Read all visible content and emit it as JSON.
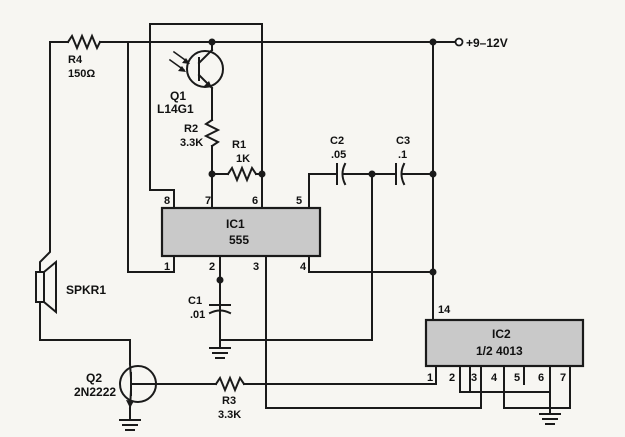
{
  "supply": {
    "label": "+9–12V"
  },
  "components": {
    "r4": {
      "ref": "R4",
      "value": "150Ω"
    },
    "q1": {
      "ref": "Q1",
      "value": "L14G1"
    },
    "r2": {
      "ref": "R2",
      "value": "3.3K"
    },
    "r1": {
      "ref": "R1",
      "value": "1K"
    },
    "c2": {
      "ref": "C2",
      "value": ".05"
    },
    "c3": {
      "ref": "C3",
      "value": ".1"
    },
    "c1": {
      "ref": "C1",
      "value": ".01"
    },
    "spkr": {
      "ref": "SPKR1"
    },
    "q2": {
      "ref": "Q2",
      "value": "2N2222"
    },
    "r3": {
      "ref": "R3",
      "value": "3.3K"
    }
  },
  "ic1": {
    "ref": "IC1",
    "part": "555",
    "pins": {
      "p1": "1",
      "p2": "2",
      "p3": "3",
      "p4": "4",
      "p5": "5",
      "p6": "6",
      "p7": "7",
      "p8": "8"
    }
  },
  "ic2": {
    "ref": "IC2",
    "part": "1/2 4013",
    "pins": {
      "p1": "1",
      "p2": "2",
      "p3": "3",
      "p4": "4",
      "p5": "5",
      "p6": "6",
      "p7": "7",
      "p14": "14"
    }
  }
}
